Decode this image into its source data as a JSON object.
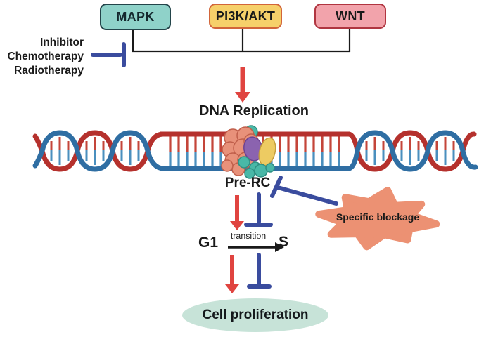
{
  "pathway_boxes": [
    {
      "label": "MAPK",
      "fill": "#8FD2C9",
      "border": "#23444A",
      "text": "#14282E"
    },
    {
      "label": "PI3K/AKT",
      "fill": "#F6D06A",
      "border": "#D2653A",
      "text": "#1A1A1A"
    },
    {
      "label": "WNT",
      "fill": "#F2A3AB",
      "border": "#B03540",
      "text": "#1A1A1A"
    }
  ],
  "inhibitor_block": {
    "lines": [
      "Inhibitor",
      "Chemotherapy",
      "Radiotherapy"
    ]
  },
  "labels": {
    "dna_replication": "DNA Replication",
    "pre_rc": "Pre-RC",
    "g1": "G1",
    "transition": "transition",
    "s": "S",
    "specific_blockage": "Specific blockage",
    "cell_proliferation": "Cell proliferation"
  },
  "colors": {
    "activation_arrow": "#E04440",
    "inhibition_bar": "#3A4C9E",
    "connector_black": "#1A1A1A",
    "dna_strand_red": "#B5312D",
    "dna_strand_blue": "#2F6EA3",
    "dna_rung_red": "#C4453A",
    "dna_rung_blue": "#4A8FBE",
    "prerc_salmon": "#E8917A",
    "prerc_salmon_outline": "#C05F4B",
    "prerc_teal": "#49B8A7",
    "prerc_teal_outline": "#2F8F82",
    "prerc_purple": "#8B63AF",
    "prerc_purple_outline": "#6C4291",
    "prerc_yellow": "#EDCB62",
    "prerc_yellow_outline": "#C49E3C",
    "starburst_fill": "#EC9173",
    "ellipse_fill": "#C7E3D8"
  }
}
